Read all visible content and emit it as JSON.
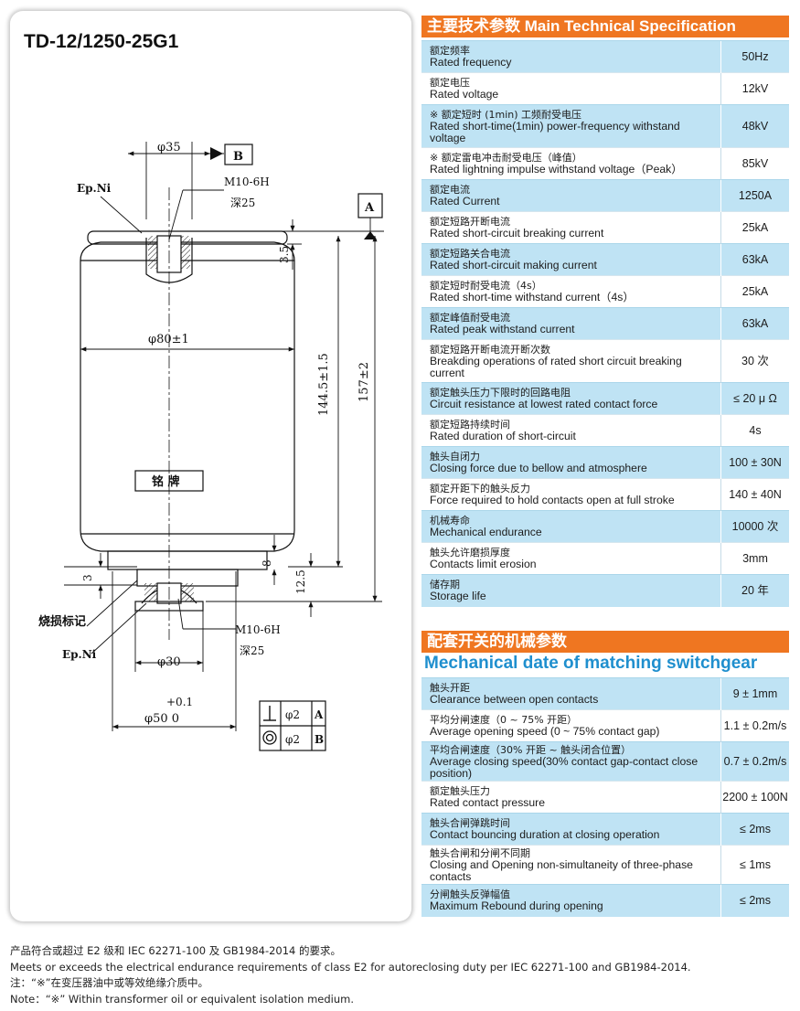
{
  "drawing": {
    "model": "TD-12/1250-25G1",
    "labels": {
      "d35": "φ35",
      "datum_b": "B",
      "datum_a": "A",
      "ep_ni_top": "Ep.Ni",
      "thread_top": "M10-6H",
      "depth_top": "深25",
      "d80": "φ80±1",
      "h35": "3.5",
      "h1445": "144.5±1.5",
      "h157": "157±2",
      "nameplate": "铭 牌",
      "h3": "3",
      "h8": "8",
      "h125": "12.5",
      "burn_mark": "烧损标记",
      "thread_bottom": "M10-6H",
      "depth_bottom": "深25",
      "ep_ni_bottom": "Ep.Ni",
      "d30": "φ30",
      "d50": "φ50 0",
      "d50_tol": "+0.1",
      "tol_perp_val": "φ2",
      "tol_perp_ref": "A",
      "tol_coax_val": "φ2",
      "tol_coax_ref": "B"
    }
  },
  "main_spec": {
    "title": "主要技术参数 Main Technical Specification",
    "rows": [
      {
        "zh": "额定频率",
        "en": "Rated frequency",
        "value": "50Hz"
      },
      {
        "zh": "额定电压",
        "en": "Rated voltage",
        "value": "12kV"
      },
      {
        "zh": "※ 额定短时 (1min) 工频耐受电压",
        "en": "Rated short-time(1min) power-frequency withstand voltage",
        "value": "48kV"
      },
      {
        "zh": "※ 额定雷电冲击耐受电压（峰值）",
        "en": "Rated lightning impulse withstand voltage（Peak）",
        "value": "85kV"
      },
      {
        "zh": "额定电流",
        "en": "Rated Current",
        "value": "1250A"
      },
      {
        "zh": "额定短路开断电流",
        "en": "Rated short-circuit breaking current",
        "value": "25kA"
      },
      {
        "zh": "额定短路关合电流",
        "en": "Rated short-circuit making current",
        "value": "63kA"
      },
      {
        "zh": "额定短时耐受电流（4s）",
        "en": "Rated short-time withstand current（4s）",
        "value": "25kA"
      },
      {
        "zh": "额定峰值耐受电流",
        "en": "Rated peak withstand current",
        "value": "63kA"
      },
      {
        "zh": "额定短路开断电流开断次数",
        "en": "Breakding operations of rated short circuit breaking current",
        "value": "30 次"
      },
      {
        "zh": "额定触头压力下限时的回路电阻",
        "en": "Circuit resistance at lowest rated contact force",
        "value": "≤ 20 μ Ω"
      },
      {
        "zh": "额定短路持续时间",
        "en": "Rated duration of short-circuit",
        "value": "4s"
      },
      {
        "zh": "触头自闭力",
        "en": "Closing force due to bellow and atmosphere",
        "value": "100 ± 30N"
      },
      {
        "zh": "额定开距下的触头反力",
        "en": "Force required to hold contacts open at full stroke",
        "value": "140 ± 40N"
      },
      {
        "zh": "机械寿命",
        "en": "Mechanical endurance",
        "value": "10000 次"
      },
      {
        "zh": "触头允许磨损厚度",
        "en": "Contacts limit erosion",
        "value": "3mm"
      },
      {
        "zh": "储存期",
        "en": "Storage life",
        "value": "20 年"
      }
    ]
  },
  "mech_spec": {
    "title": "配套开关的机械参数",
    "subtitle": "Mechanical date of matching switchgear",
    "rows": [
      {
        "zh": "触头开距",
        "en": "Clearance between open contacts",
        "value": "9 ± 1mm"
      },
      {
        "zh": "平均分闸速度（0 ~ 75% 开距）",
        "en": "Average opening speed (0 ~ 75% contact gap)",
        "value": "1.1 ± 0.2m/s"
      },
      {
        "zh": "平均合闸速度（30% 开距 ~ 触头闭合位置）",
        "en": "Average closing speed(30% contact gap-contact close position)",
        "value": "0.7 ± 0.2m/s"
      },
      {
        "zh": "额定触头压力",
        "en": "Rated contact pressure",
        "value": "2200 ± 100N"
      },
      {
        "zh": "触头合闸弹跳时间",
        "en": "Contact bouncing duration at closing operation",
        "value": "≤ 2ms"
      },
      {
        "zh": "触头合闸和分闸不同期",
        "en": "Closing and Opening non-simultaneity of three-phase contacts",
        "value": "≤ 1ms"
      },
      {
        "zh": "分闸触头反弹幅值",
        "en": "Maximum Rebound during opening",
        "value": "≤ 2ms"
      }
    ]
  },
  "notes": [
    "产品符合或超过 E2 级和 IEC 62271-100 及 GB1984-2014 的要求。",
    "Meets or exceeds the electrical endurance requirements of class E2 for autoreclosing duty per IEC 62271-100 and GB1984-2014.",
    "注：“※”在变压器油中或等效绝缘介质中。",
    "Note：“※” Within transformer oil or equivalent isolation medium."
  ],
  "colors": {
    "header_orange": "#ef7621",
    "row_blue": "#bfe3f4",
    "subtitle_blue": "#1f8fce"
  }
}
